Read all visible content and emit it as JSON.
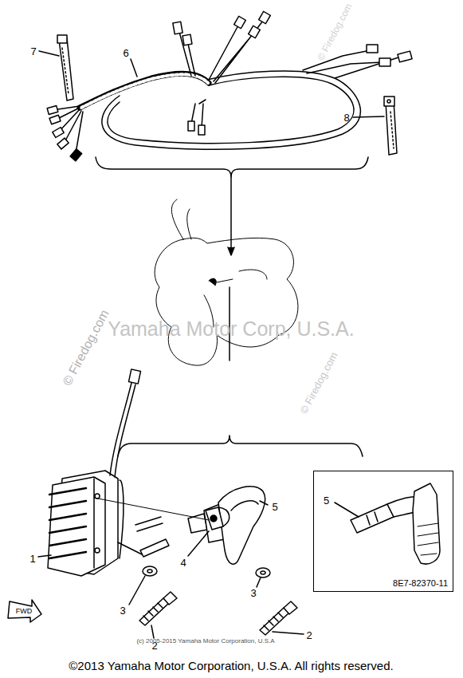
{
  "diagram": {
    "caption": "©2013 Yamaha Motor Corporation, U.S.A. All rights reserved.",
    "nodes": [
      {
        "text": [
          "5",
          "8E7-82370-11"
        ]
      }
    ],
    "labels": [
      "7",
      "6",
      "8",
      "1",
      "5",
      "4",
      "3",
      "3",
      "2",
      "2",
      "FWD",
      "Yamaha Motor Corp, U.S.A.",
      "© Firedog.com",
      "© Firedog.com",
      "© Firedog.com",
      "(c) 2005-2015 Yamaha Motor Corporation, U.S.A"
    ]
  }
}
